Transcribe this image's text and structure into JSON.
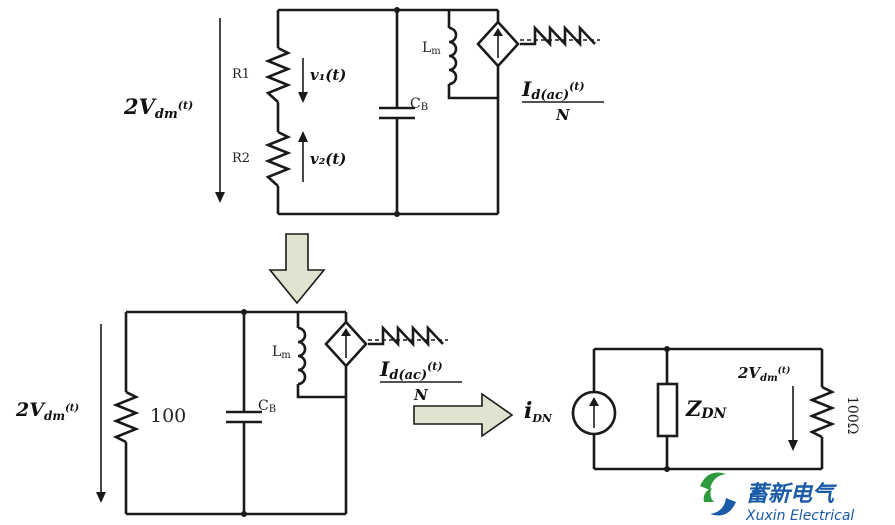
{
  "top_circuit": {
    "r1": "R1",
    "r2": "R2",
    "v1": "v₁(t)",
    "v2": "v₂(t)",
    "vsrc_main": "2V",
    "vsrc_sub": "dm",
    "vsrc_t": "(t)",
    "cb_main": "C",
    "cb_sub": "B",
    "lm_main": "L",
    "lm_sub": "m",
    "src_num_main": "I",
    "src_num_sub": "d(ac)",
    "src_num_t": "(t)",
    "src_den": "N"
  },
  "mid_circuit": {
    "vsrc_main": "2V",
    "vsrc_sub": "dm",
    "vsrc_t": "(t)",
    "resistor": "100",
    "cb_main": "C",
    "cb_sub": "B",
    "lm_main": "L",
    "lm_sub": "m",
    "src_num_main": "I",
    "src_num_sub": "d(ac)",
    "src_num_t": "(t)",
    "src_den": "N"
  },
  "equiv_circuit": {
    "i_main": "i",
    "i_sub": "DN",
    "z_main": "Z",
    "z_sub": "DN",
    "v_main": "2V",
    "v_sub": "dm",
    "v_t": "(t)",
    "resistor": "100Ω"
  },
  "logo": {
    "cn": "蓄新电气",
    "en": "Xuxin Electrical"
  }
}
